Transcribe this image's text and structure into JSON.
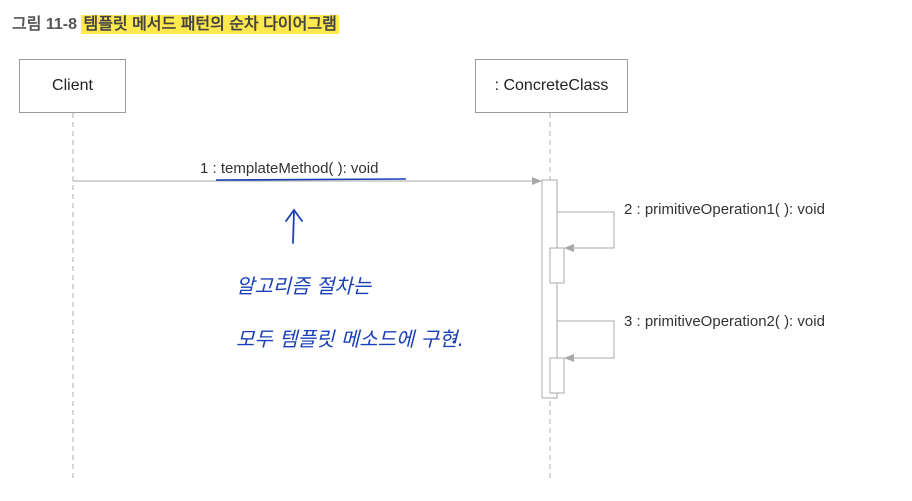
{
  "caption": {
    "prefix": "그림 11-8",
    "highlight": "템플릿 메서드 패턴의 순차 다이어그램"
  },
  "participants": {
    "client": "Client",
    "concrete": ": ConcreteClass"
  },
  "messages": {
    "m1": "1 : templateMethod( ): void",
    "m2": "2 : primitiveOperation1( ): void",
    "m3": "3 : primitiveOperation2( ): void"
  },
  "annotations": {
    "line1": "알고리즘 절차는",
    "line2": "모두 템플릿 메소드에 구현."
  },
  "colors": {
    "highlight": "#ffe94d",
    "handwriting": "#1a3fb8",
    "lifeline": "#b0b0b0"
  }
}
